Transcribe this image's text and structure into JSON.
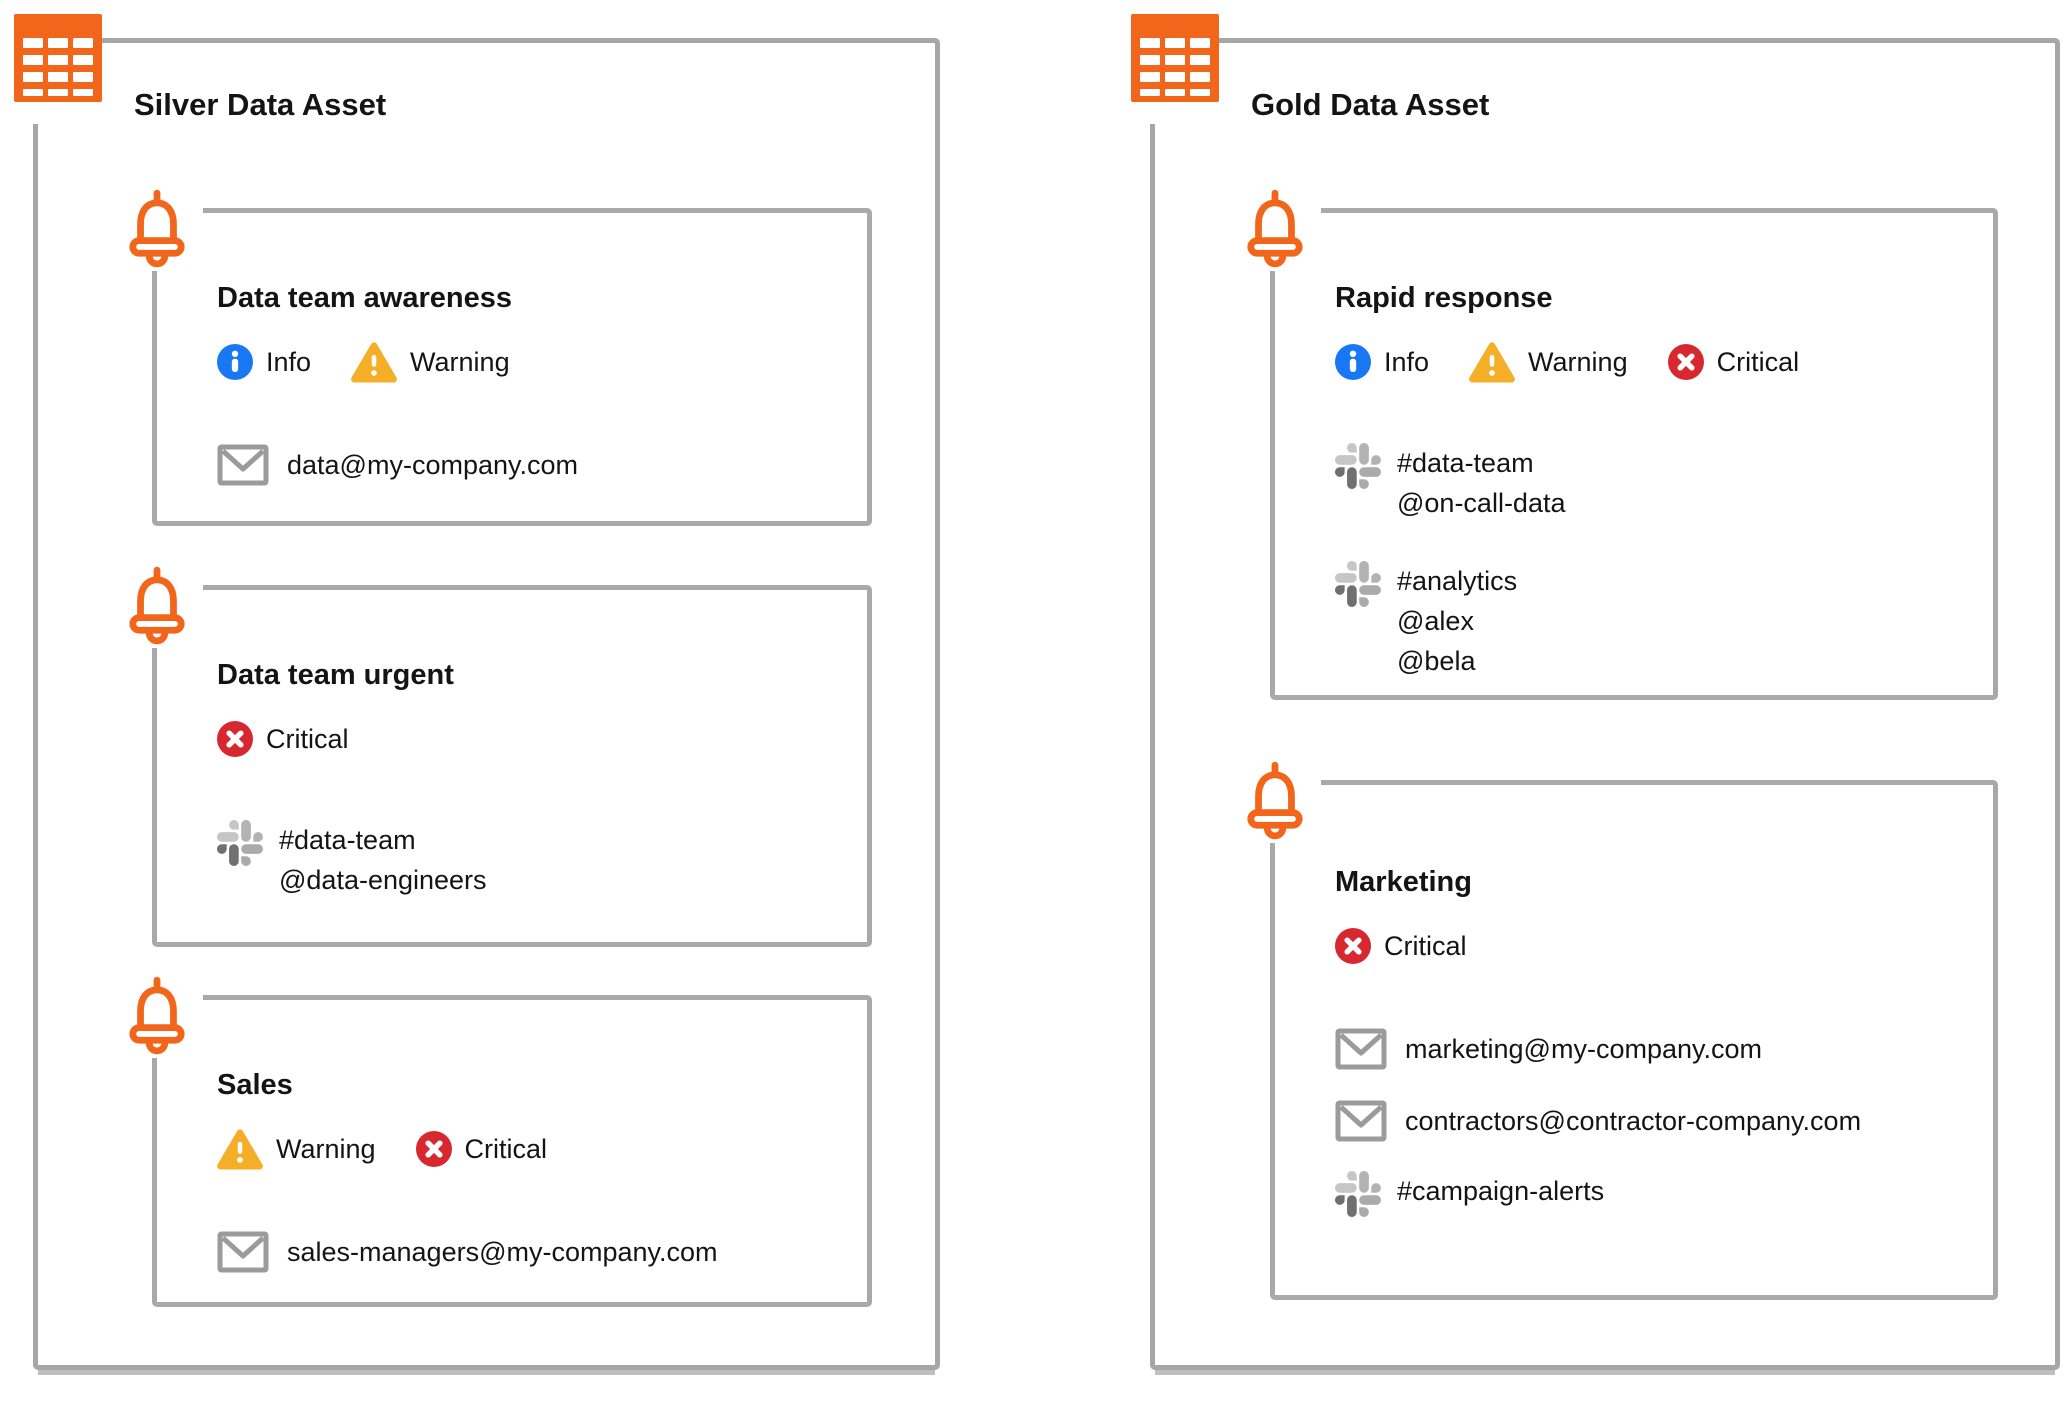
{
  "colors": {
    "accent_orange": "#F2661C",
    "border_gray": "#A8A8A8",
    "info_blue": "#1877F2",
    "warning_amber": "#F5AE27",
    "critical_red": "#D7282F",
    "slack_gray_dark": "#707070"
  },
  "panels": [
    {
      "title": "Silver Data Asset",
      "cards": [
        {
          "title": "Data team awareness",
          "severities": [
            {
              "type": "info",
              "label": "Info"
            },
            {
              "type": "warning",
              "label": "Warning"
            }
          ],
          "destinations": [
            {
              "type": "email",
              "lines": [
                "data@my-company.com"
              ]
            }
          ]
        },
        {
          "title": "Data team urgent",
          "severities": [
            {
              "type": "critical",
              "label": "Critical"
            }
          ],
          "destinations": [
            {
              "type": "slack",
              "lines": [
                "#data-team",
                "@data-engineers"
              ]
            }
          ]
        },
        {
          "title": "Sales",
          "severities": [
            {
              "type": "warning",
              "label": "Warning"
            },
            {
              "type": "critical",
              "label": "Critical"
            }
          ],
          "destinations": [
            {
              "type": "email",
              "lines": [
                "sales-managers@my-company.com"
              ]
            }
          ]
        }
      ]
    },
    {
      "title": "Gold Data Asset",
      "cards": [
        {
          "title": "Rapid response",
          "severities": [
            {
              "type": "info",
              "label": "Info"
            },
            {
              "type": "warning",
              "label": "Warning"
            },
            {
              "type": "critical",
              "label": "Critical"
            }
          ],
          "destinations": [
            {
              "type": "slack",
              "lines": [
                "#data-team",
                "@on-call-data"
              ]
            },
            {
              "type": "slack",
              "lines": [
                "#analytics",
                "@alex",
                "@bela"
              ]
            }
          ]
        },
        {
          "title": "Marketing",
          "severities": [
            {
              "type": "critical",
              "label": "Critical"
            }
          ],
          "destinations": [
            {
              "type": "email",
              "lines": [
                "marketing@my-company.com"
              ]
            },
            {
              "type": "email",
              "lines": [
                "contractors@contractor-company.com"
              ]
            },
            {
              "type": "slack",
              "lines": [
                "#campaign-alerts"
              ]
            }
          ]
        }
      ]
    }
  ]
}
